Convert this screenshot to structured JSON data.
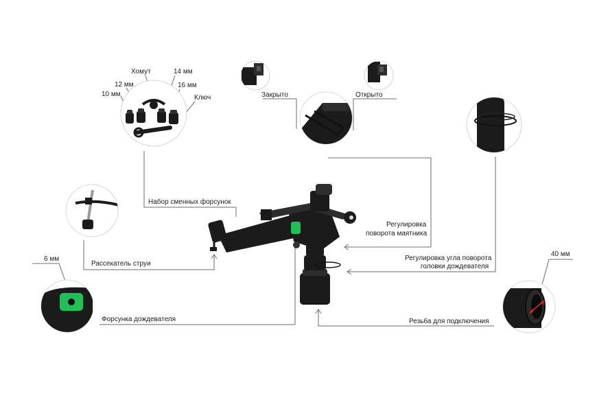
{
  "labels": {
    "khomut": "Хомут",
    "mm14": "14 мм",
    "mm12": "12 мм",
    "mm16": "16 мм",
    "mm10": "10 мм",
    "klyuch": "Ключ",
    "zakryto": "Закрыто",
    "otkryto": "Открыто",
    "nabor": "Набор сменных форсунок",
    "rasseivatel": "Рассекатель струи",
    "regulirovka_mayatnika_1": "Регулировка",
    "regulirovka_mayatnika_2": "поворота маятника",
    "regulirovka_ugla_1": "Регулировка угла поворота",
    "regulirovka_ugla_2": "головки дождевателя",
    "mm6": "6 мм",
    "forsunka": "Форсунка дождевателя",
    "mm40": "40 мм",
    "rezba": "Резьба для подключения"
  },
  "colors": {
    "accent_green": "#1fbf5a",
    "body_black": "#1b1b1b",
    "measure_red": "#e0262b",
    "leader_line": "#6b6b6b"
  }
}
